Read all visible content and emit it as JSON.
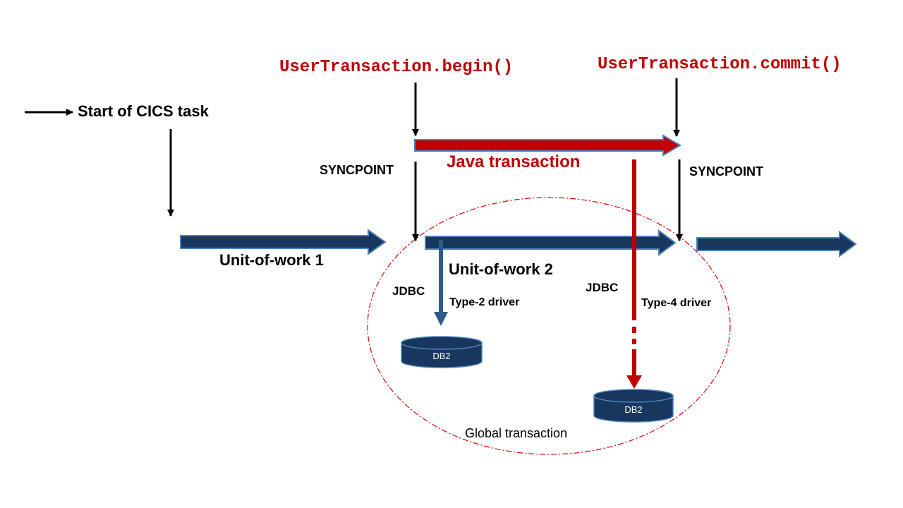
{
  "labels": {
    "begin": "UserTransaction.begin()",
    "commit": "UserTransaction.commit()",
    "start_task": "Start of CICS task",
    "syncpoint_left": "SYNCPOINT",
    "syncpoint_right": "SYNCPOINT",
    "java_transaction": "Java transaction",
    "uow1": "Unit-of-work 1",
    "uow2": "Unit-of-work 2",
    "jdbc_left": "JDBC",
    "jdbc_right": "JDBC",
    "type2": "Type-2 driver",
    "type4": "Type-4 driver",
    "db_left": "DB2",
    "db_right": "DB2",
    "global": "Global transaction"
  },
  "colors": {
    "blue_arrow": "#17375e",
    "blue_outline": "#4f81bd",
    "red": "#c00000",
    "black": "#000000"
  }
}
